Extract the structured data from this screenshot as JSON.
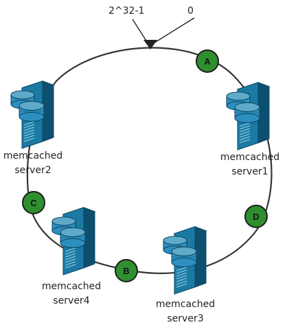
{
  "ring": {
    "top_label_left": "2^32-1",
    "top_label_right": "0"
  },
  "nodes": {
    "a": "A",
    "b": "B",
    "c": "C",
    "d": "D"
  },
  "servers": {
    "server1": {
      "line1": "memcached",
      "line2": "server1"
    },
    "server2": {
      "line1": "memcached",
      "line2": "server2"
    },
    "server3": {
      "line1": "memcached",
      "line2": "server3"
    },
    "server4": {
      "line1": "memcached",
      "line2": "server4"
    }
  },
  "colors": {
    "ring": "#333333",
    "node_fill": "#2f8f2f",
    "node_stroke": "#1c1c1c",
    "server_front": "#1a7aa3",
    "server_top": "#5fa9c9",
    "server_side": "#0d4f6f",
    "drive_face": "#2c8fbf",
    "drive_edge": "#0c4663"
  },
  "icons": {
    "server": "server-tower-icon",
    "hash_node": "hash-node-circle"
  }
}
